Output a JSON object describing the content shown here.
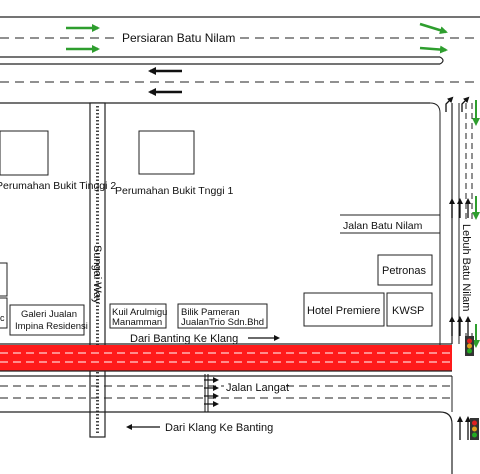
{
  "roads": {
    "persiaran_batu_nilam": "Persiaran Batu Nilam",
    "jalan_batu_nilam": "Jalan Batu Nilam",
    "lebuh_batu_nilam": "Lebuh Batu Nilam",
    "jalan_langat": "Jalan Langat",
    "sungai_way": "Sungai Way"
  },
  "directions": {
    "banting_to_klang": "Dari Banting Ke Klang",
    "klang_to_banting": "Dari Klang Ke Banting"
  },
  "places": {
    "bukit_tinggi_2": "Perumahan Bukit Tinggi 2",
    "bukit_tinggi_1": "Perumahan Bukit Tnggi 1",
    "petronas": "Petronas",
    "hotel_premiere": "Hotel Premiere",
    "kwsp": "KWSP",
    "galeri_jualan_1": "Galeri Jualan",
    "galeri_jualan_2": "Impina Residensi",
    "kuil_1": "Kuil Arulmigu",
    "kuil_2": "Manamman",
    "bilik_1": "Bilik Pameran",
    "bilik_2": "JualanTrio Sdn.Bhd",
    "edge_fragment": "c"
  },
  "colors": {
    "congestion": "#ff1a1a",
    "arrow_green": "#2e9e2e",
    "arrow_black": "#111111",
    "road_line": "#222222",
    "signal_red": "#e02020",
    "signal_green": "#22aa22",
    "signal_amber": "#e0a020"
  }
}
